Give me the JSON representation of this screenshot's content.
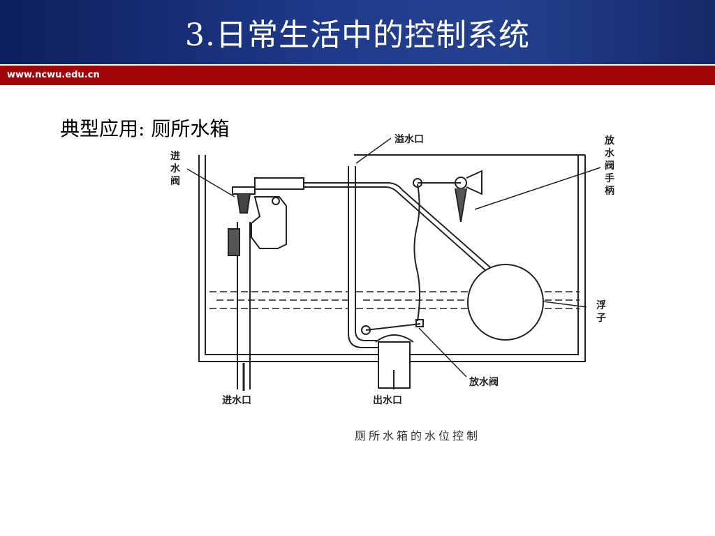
{
  "slide": {
    "title": "3.日常生活中的控制系统",
    "url": "www.ncwu.edu.cn",
    "subtitle": "典型应用: 厕所水箱"
  },
  "diagram": {
    "labels": {
      "inlet_valve": "进水阀",
      "overflow": "溢水口",
      "flush_handle": "放水阀手柄",
      "float": "浮子",
      "drain_valve": "放水阀",
      "water_inlet": "进水口",
      "water_outlet": "出水口"
    },
    "caption": "厕所水箱的水位控制"
  }
}
